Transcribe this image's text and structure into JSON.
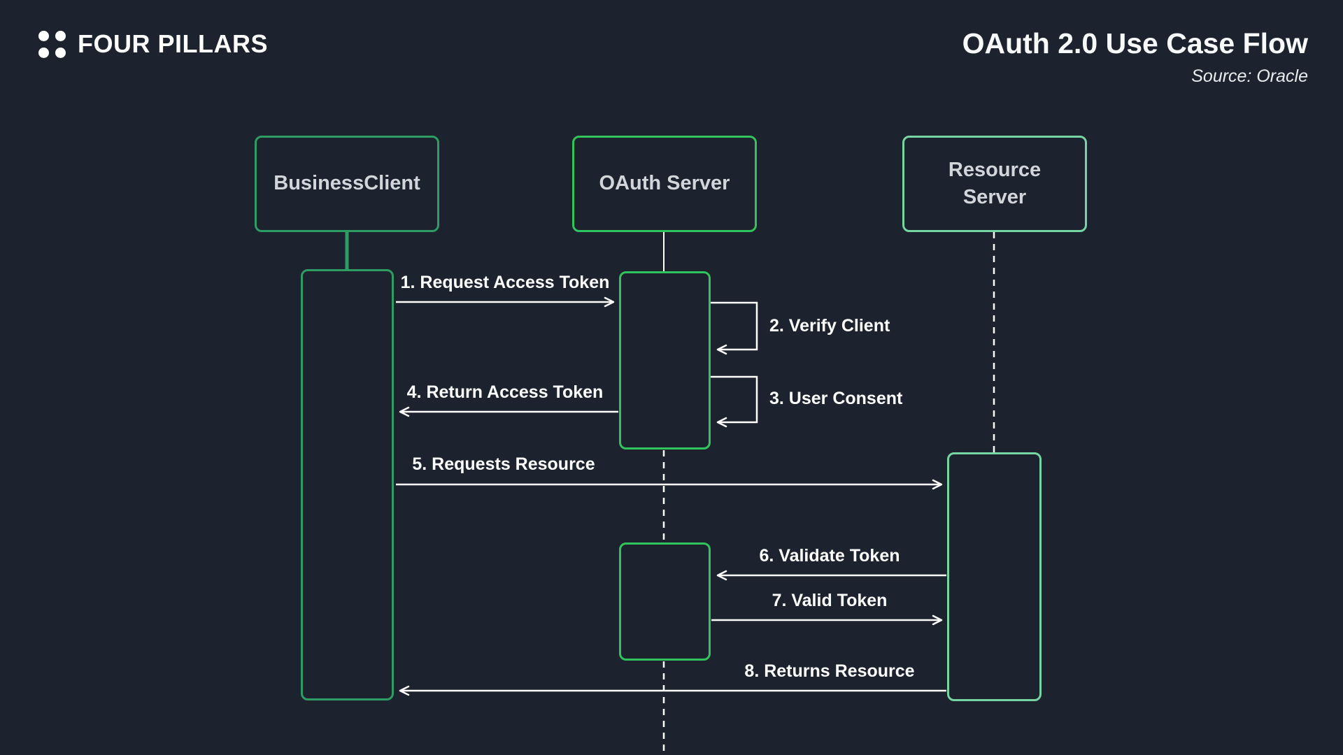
{
  "header": {
    "brand": "FOUR PILLARS",
    "title": "OAuth 2.0 Use Case Flow",
    "source": "Source: Oracle"
  },
  "colors": {
    "background": "#1d232e",
    "business_client_green": "#2d9d63",
    "oauth_server_green": "#31c35c",
    "resource_server_green": "#76d6a3",
    "actor_text": "#d2d6da",
    "message_text": "#ffffff"
  },
  "diagram": {
    "type": "sequence-diagram",
    "actors": [
      {
        "name": "BusinessClient"
      },
      {
        "name": "OAuth Server"
      },
      {
        "name": "Resource Server"
      }
    ],
    "messages": [
      {
        "label": "1. Request Access Token",
        "from": "BusinessClient",
        "to": "OAuth Server",
        "direction": "right"
      },
      {
        "label": "2. Verify Client",
        "from": "OAuth Server",
        "to": "OAuth Server",
        "direction": "self"
      },
      {
        "label": "3. User Consent",
        "from": "OAuth Server",
        "to": "OAuth Server",
        "direction": "self"
      },
      {
        "label": "4. Return Access Token",
        "from": "OAuth Server",
        "to": "BusinessClient",
        "direction": "left"
      },
      {
        "label": "5. Requests Resource",
        "from": "BusinessClient",
        "to": "Resource Server",
        "direction": "right"
      },
      {
        "label": "6. Validate Token",
        "from": "Resource Server",
        "to": "OAuth Server",
        "direction": "left"
      },
      {
        "label": "7. Valid Token",
        "from": "OAuth Server",
        "to": "Resource Server",
        "direction": "right"
      },
      {
        "label": "8. Returns Resource",
        "from": "Resource Server",
        "to": "BusinessClient",
        "direction": "left"
      }
    ]
  }
}
